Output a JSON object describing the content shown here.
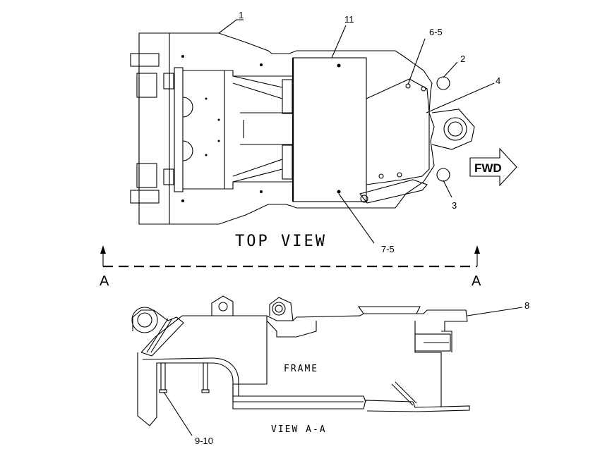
{
  "views": {
    "top_view_title": "TOP VIEW",
    "section_view_title": "VIEW A-A",
    "frame_label": "FRAME",
    "forward_label": "FWD"
  },
  "section_markers": {
    "left": "A",
    "right": "A"
  },
  "callouts": {
    "c1": "1",
    "c2": "2",
    "c3": "3",
    "c4": "4",
    "c6_5": "6-5",
    "c7_5": "7-5",
    "c8": "8",
    "c9_10": "9-10",
    "c11": "11"
  }
}
